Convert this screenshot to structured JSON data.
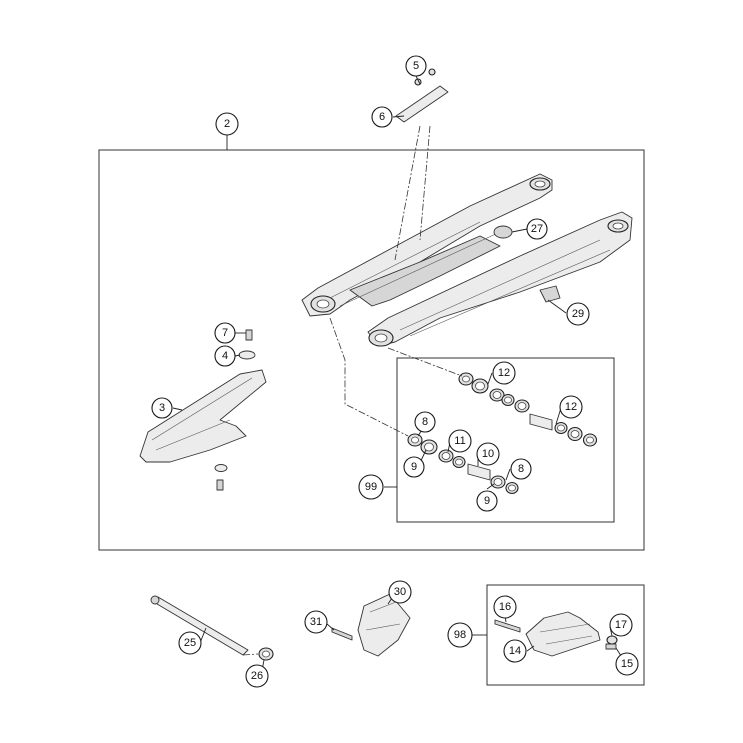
{
  "callouts": {
    "c2": "2",
    "c5": "5",
    "c6": "6",
    "c27": "27",
    "c29": "29",
    "c7": "7",
    "c4": "4",
    "c3": "3",
    "c12a": "12",
    "c12b": "12",
    "c8a": "8",
    "c8b": "8",
    "c11": "11",
    "c10": "10",
    "c9a": "9",
    "c9b": "9",
    "c99": "99",
    "c25": "25",
    "c26": "26",
    "c30": "30",
    "c31": "31",
    "c98": "98",
    "c16": "16",
    "c14": "14",
    "c17": "17",
    "c15": "15"
  }
}
